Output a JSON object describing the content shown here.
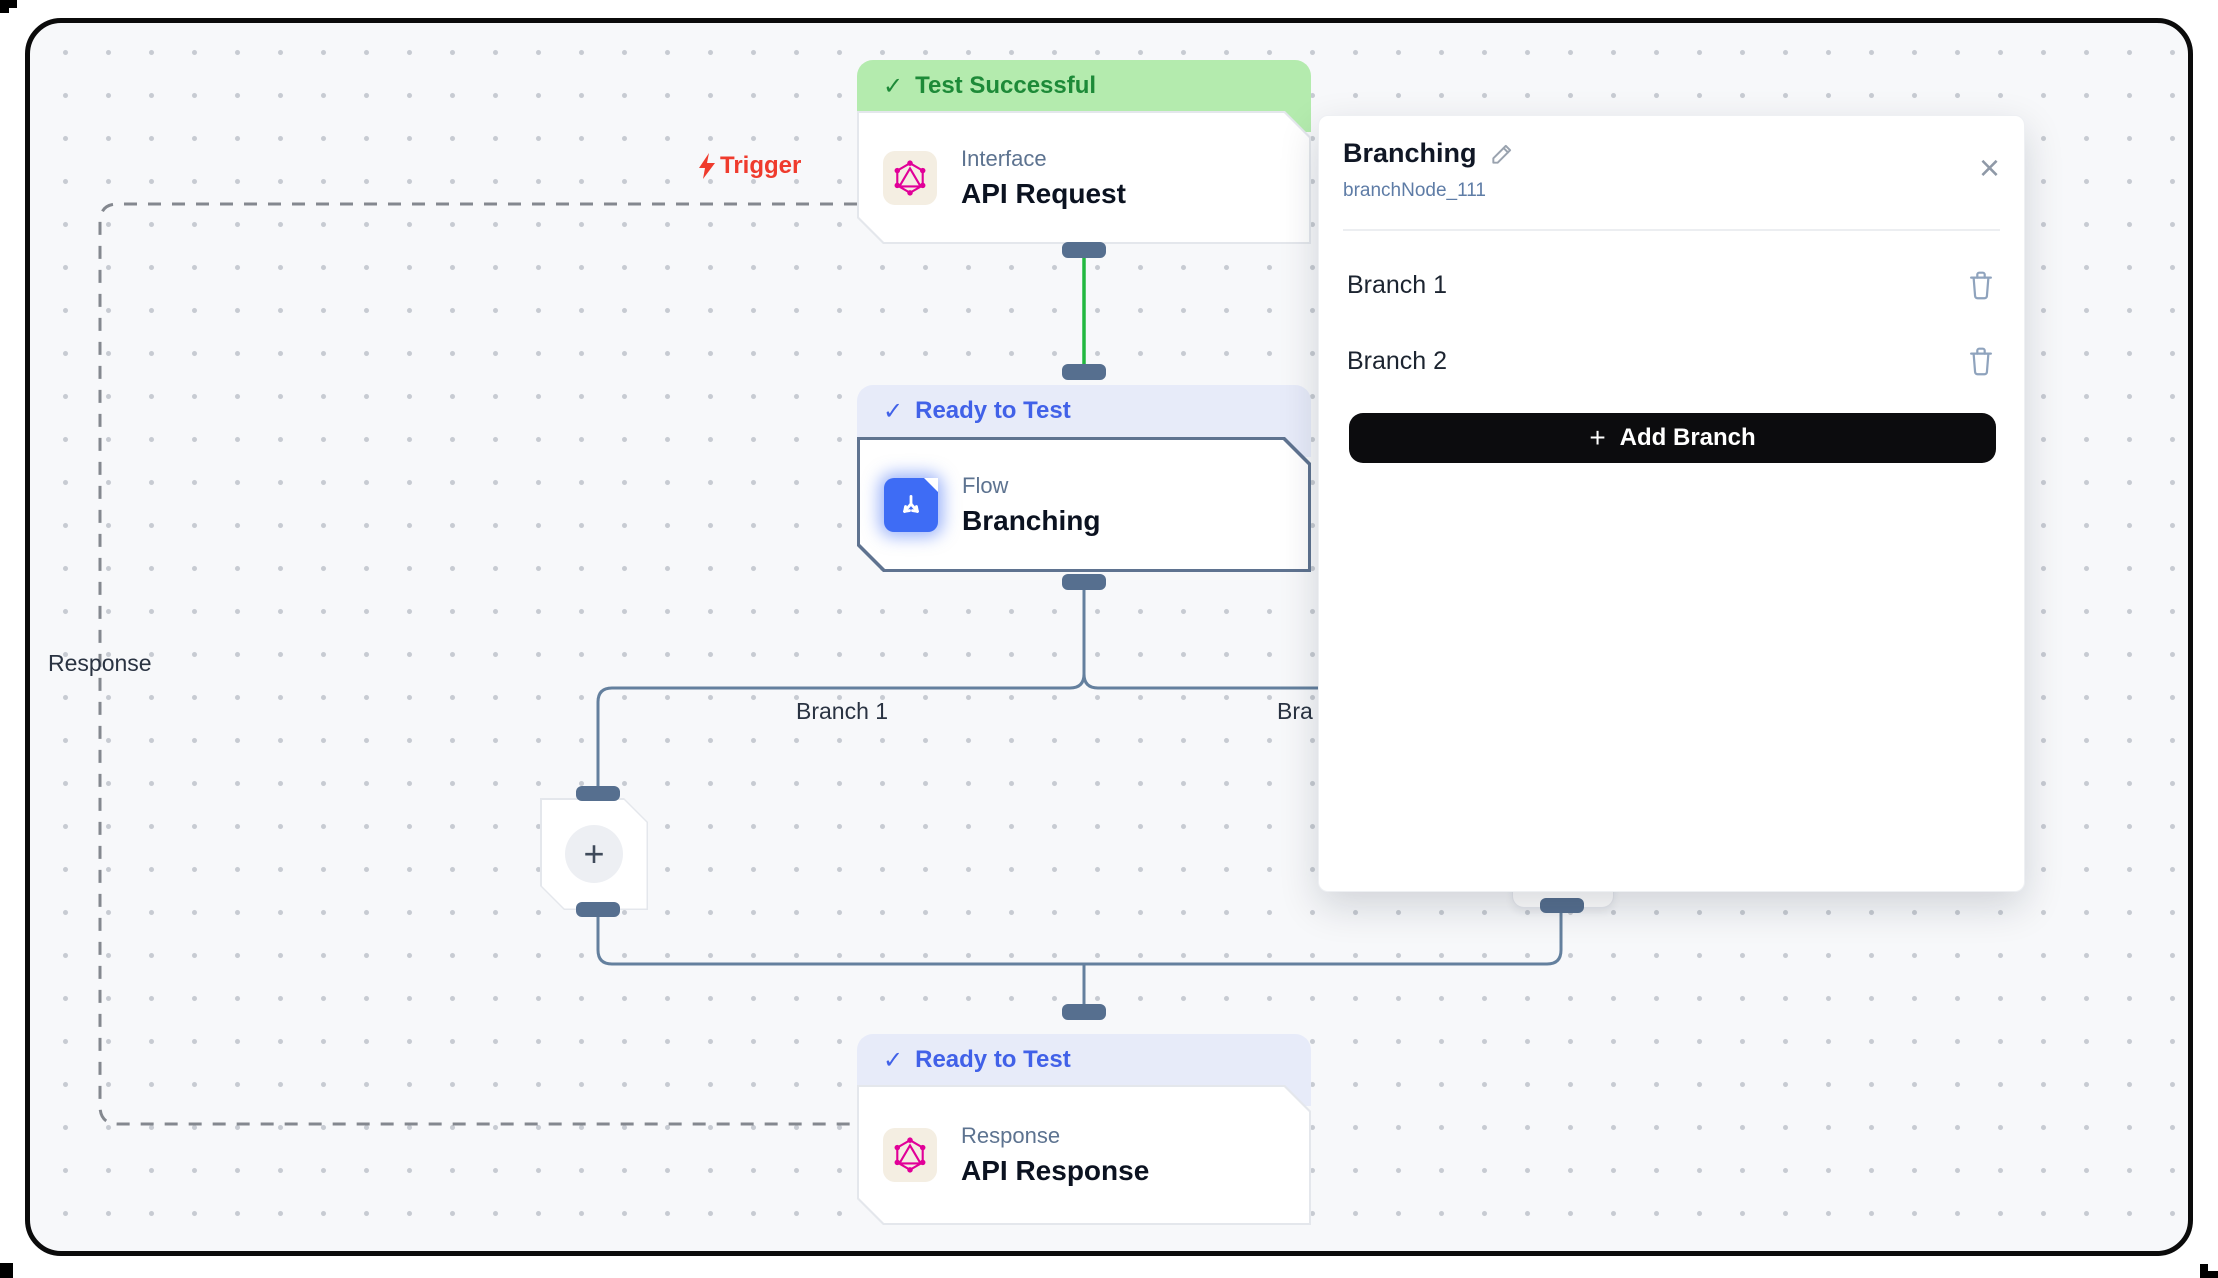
{
  "canvas": {
    "edge_labels": {
      "trigger": "Trigger",
      "response": "Response",
      "branch1": "Branch 1",
      "branch2_partial": "Bra"
    },
    "nodes": {
      "api_request": {
        "status": "Test Successful",
        "kicker": "Interface",
        "title": "API Request"
      },
      "branching": {
        "status": "Ready to Test",
        "kicker": "Flow",
        "title": "Branching"
      },
      "api_response": {
        "status": "Ready to Test",
        "kicker": "Response",
        "title": "API Response"
      }
    }
  },
  "panel": {
    "title": "Branching",
    "subtitle": "branchNode_111",
    "branches": [
      {
        "name": "Branch 1"
      },
      {
        "name": "Branch 2"
      }
    ],
    "add_branch_label": "Add Branch"
  },
  "icons": {
    "check": "✓",
    "plus": "+",
    "close": "×"
  },
  "colors": {
    "success_bg": "#b4ebae",
    "success_text": "#1d8a38",
    "ready_bg": "#e7ebf9",
    "ready_text": "#4161e8",
    "edge": "#64809e",
    "edge_tested": "#22b840",
    "handle": "#566f8f",
    "trigger_red": "#ef3b2d",
    "flow_icon_blue": "#3e6cf5",
    "graphql_pink": "#e10098",
    "add_button_bg": "#0c0c0e"
  }
}
